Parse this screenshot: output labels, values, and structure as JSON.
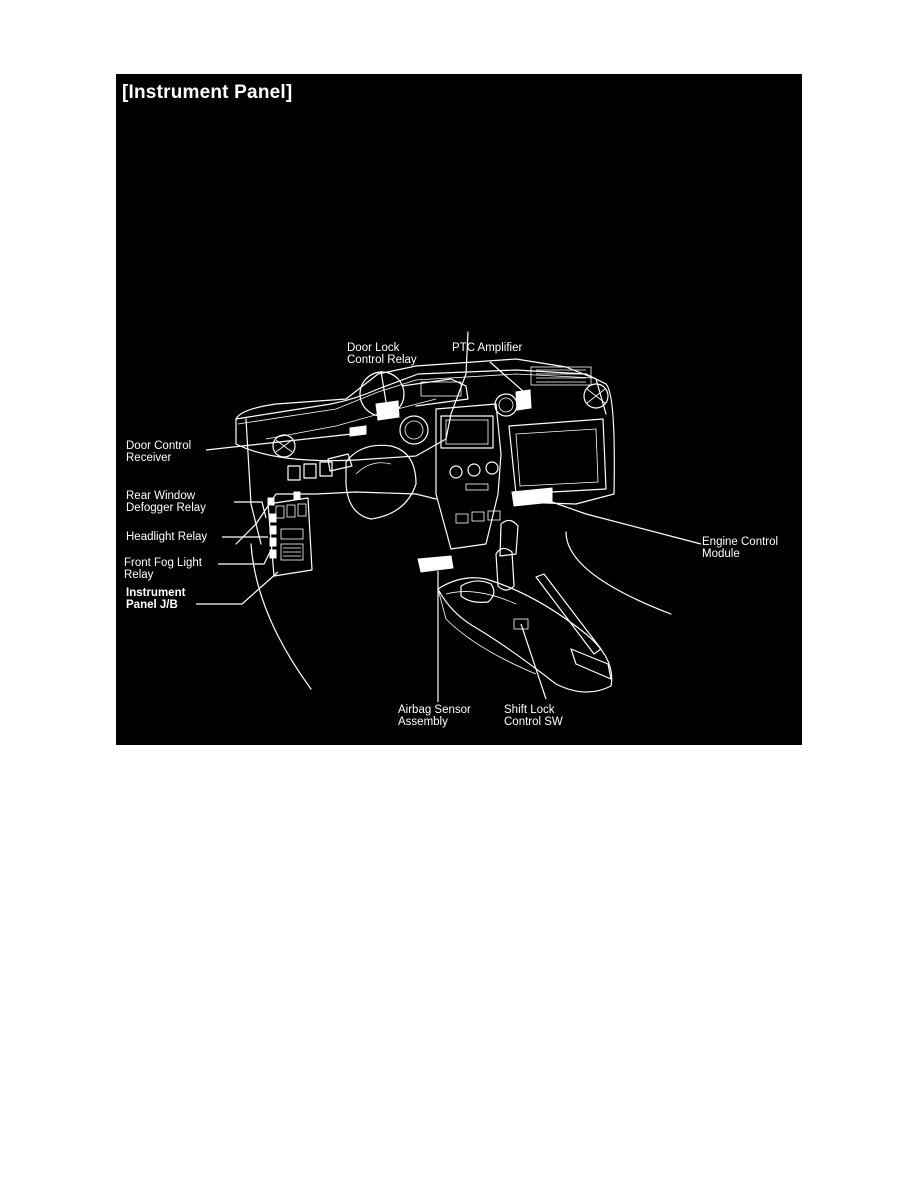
{
  "title": "[Instrument Panel]",
  "colors": {
    "panel_background": "#000000",
    "line_art": "#ffffff",
    "page_background": "#ffffff"
  },
  "labels": {
    "door_lock_control_relay": [
      "Door Lock",
      "Control Relay"
    ],
    "ptc_amplifier": [
      "PTC Amplifier"
    ],
    "door_control_receiver": [
      "Door Control",
      "Receiver"
    ],
    "rear_window_defogger_relay": [
      "Rear Window",
      "Defogger Relay"
    ],
    "headlight_relay": [
      "Headlight Relay"
    ],
    "front_fog_light_relay": [
      "Front Fog Light",
      "Relay"
    ],
    "instrument_panel_jb": [
      "Instrument",
      "Panel J/B"
    ],
    "engine_control_module": [
      "Engine Control",
      "Module"
    ],
    "airbag_sensor_assembly": [
      "Airbag Sensor",
      "Assembly"
    ],
    "shift_lock_control_sw": [
      "Shift Lock",
      "Control SW"
    ]
  }
}
